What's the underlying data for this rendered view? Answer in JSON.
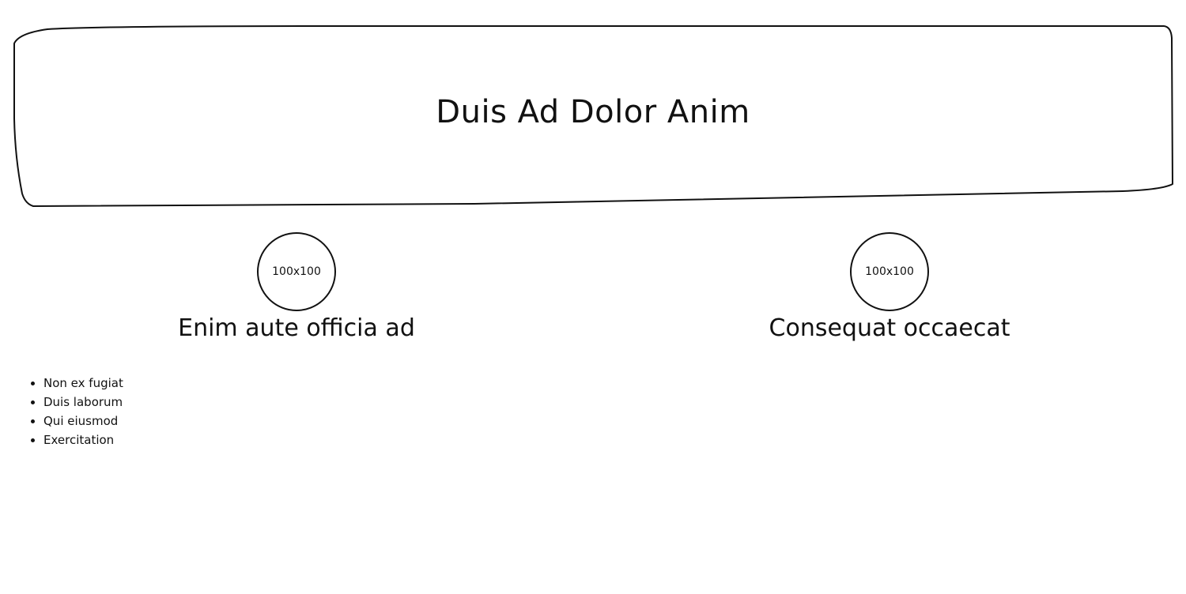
{
  "hero": {
    "title": "Duis Ad Dolor Anim"
  },
  "features": [
    {
      "image_label": "100x100",
      "title": "Enim aute officia ad"
    },
    {
      "image_label": "100x100",
      "title": "Consequat occaecat"
    }
  ],
  "list": {
    "items": [
      "Non ex fugiat",
      "Duis laborum",
      "Qui eiusmod",
      "Exercitation"
    ]
  }
}
